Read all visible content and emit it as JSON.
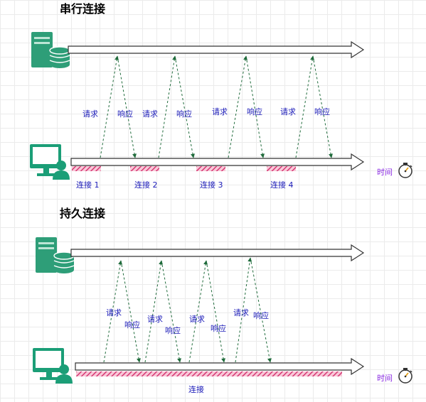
{
  "serial": {
    "title": "串行连接",
    "request_label": "请求",
    "response_label": "响应",
    "connections": [
      "连接 1",
      "连接 2",
      "连接 3",
      "连接 4"
    ],
    "time_label": "时间"
  },
  "persistent": {
    "title": "持久连接",
    "request_label": "请求",
    "response_label": "响应",
    "connection_label": "连接",
    "time_label": "时间"
  },
  "colors": {
    "server_icon": "#2e9e78",
    "client_icon": "#1b9e77",
    "arrow_dash": "#1f6b3b",
    "connection_bar": "#d63a75",
    "label": "#1a1ab8",
    "time_label": "#8a2be2"
  },
  "icons": [
    "server-icon",
    "monitor-user-icon",
    "stopwatch-icon"
  ]
}
